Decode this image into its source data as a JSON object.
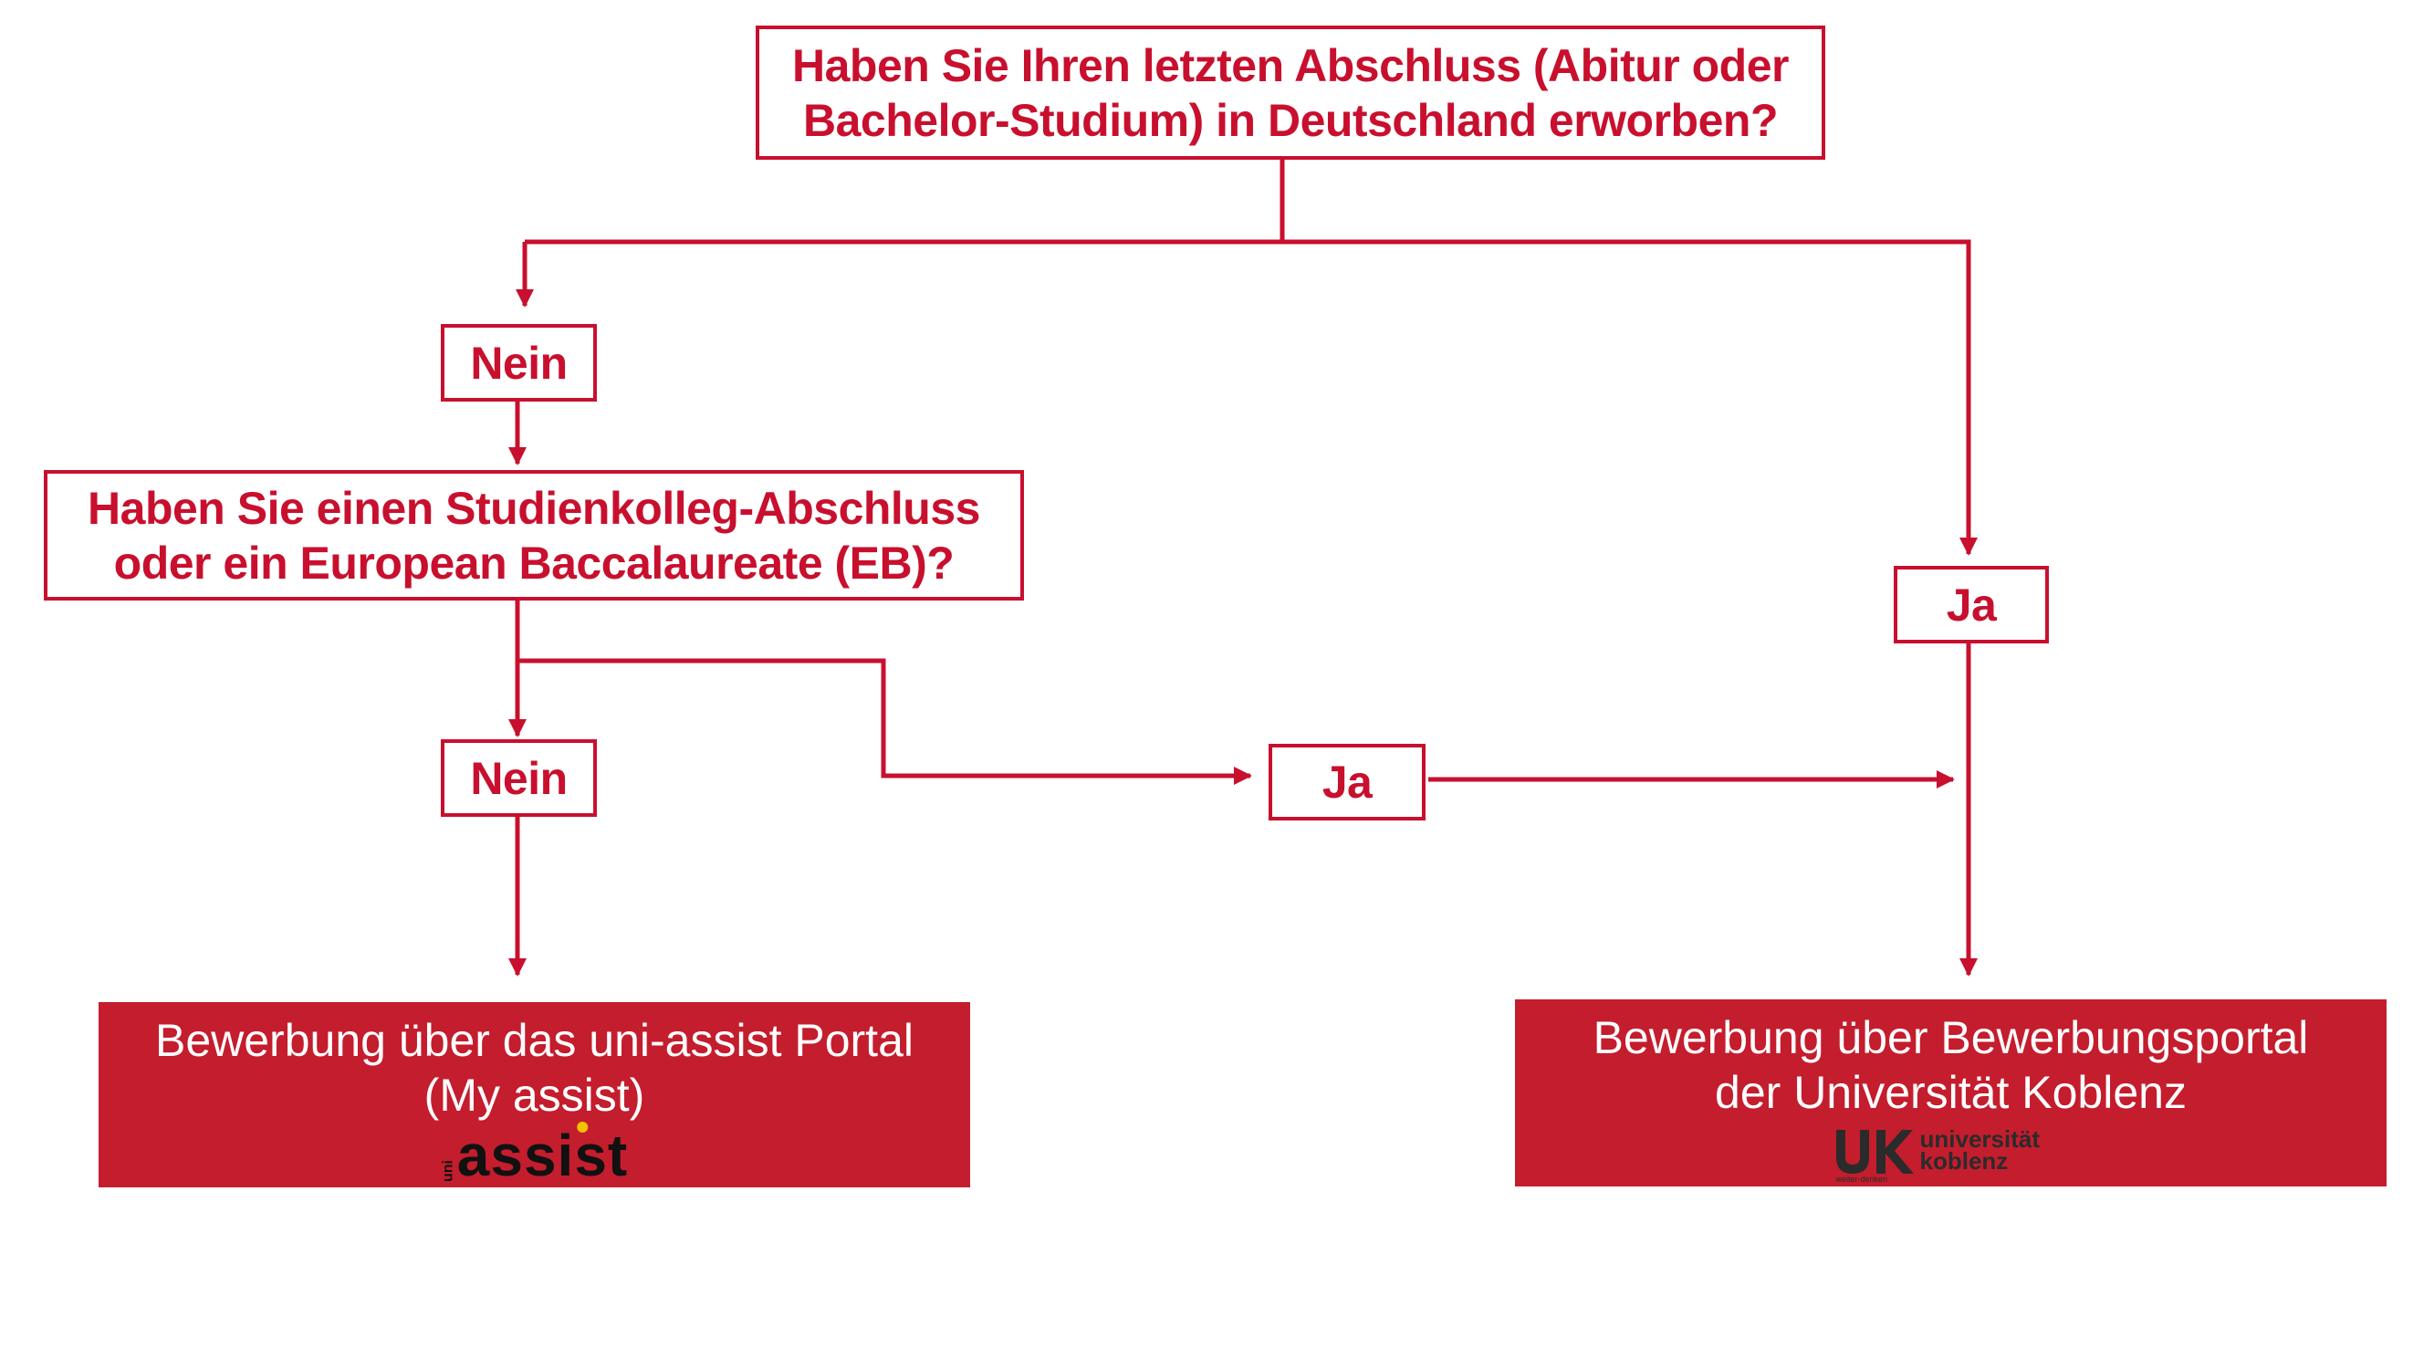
{
  "colors": {
    "accent": "#c8102e",
    "result_fill": "#c41d2d",
    "result_text": "#ffffff"
  },
  "nodes": {
    "q1": "Haben Sie Ihren letzten Abschluss (Abitur oder\nBachelor-Studium) in Deutschland erworben?",
    "q1_no": "Nein",
    "q1_yes": "Ja",
    "q2": "Haben Sie einen Studienkolleg-Abschluss\noder ein European Baccalaureate (EB)?",
    "q2_no": "Nein",
    "q2_yes": "Ja",
    "result_assist": "Bewerbung über das uni-assist Portal\n(My assist)",
    "result_koblenz": "Bewerbung über Bewerbungsportal\nder Universität Koblenz"
  },
  "logos": {
    "assist": {
      "prefix": "uni",
      "word": "assist"
    },
    "koblenz": {
      "mark": "uk",
      "line1": "universität",
      "line2": "koblenz",
      "tagline": "weiter-denken"
    }
  }
}
